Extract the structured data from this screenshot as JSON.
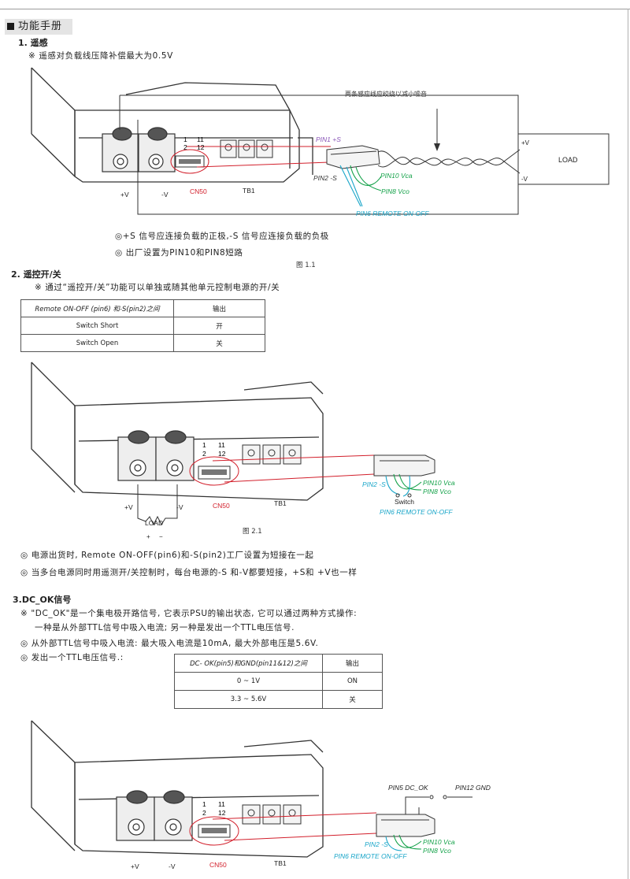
{
  "header": {
    "title": "功能手册"
  },
  "section1": {
    "heading": "1. 遥感",
    "note": "※ 遥感对负载线压降补偿最大为0.5V",
    "fig": {
      "twist_note": "两条感应线应绞绕以减小噪音",
      "pin1": "PIN1 +S",
      "pin2": "PIN2 -S",
      "pin10": "PIN10 Vca",
      "pin8": "PIN8 Vco",
      "pin6": "PIN6 REMOTE ON-OFF",
      "load": "LOAD",
      "plus_v_out": "+V",
      "minus_v_out": "-V",
      "plus_v": "+V",
      "minus_v": "-V",
      "cn50": "CN50",
      "tb1": "TB1",
      "pin_1": "1",
      "pin_2": "2",
      "pin_11": "11",
      "pin_12": "12"
    },
    "bullet1": "◎+S 信号应连接负载的正极,-S 信号应连接负载的负极",
    "bullet2": "◎ 出厂设置为PIN10和PIN8短路",
    "caption": "图 1.1"
  },
  "section2": {
    "heading": "2. 遥控开/关",
    "note": "※ 通过“遥控开/关”功能可以单独或随其他单元控制电源的开/关",
    "table": {
      "header": [
        "Remote ON-OFF (pin6) 和-S(pin2)之间",
        "输出"
      ],
      "rows": [
        [
          "Switch Short",
          "开"
        ],
        [
          "Switch Open",
          "关"
        ]
      ]
    },
    "fig": {
      "pin2": "PIN2 -S",
      "switch": "Switch",
      "pin10": "PIN10 Vca",
      "pin8": "PIN8 Vco",
      "pin6": "PIN6 REMOTE ON-OFF",
      "load": "LOAD",
      "plus_v": "+V",
      "minus_v": "-V",
      "cn50": "CN50",
      "tb1": "TB1",
      "pin_1": "1",
      "pin_2": "2",
      "pin_11": "11",
      "pin_12": "12",
      "load_plus": "+",
      "load_minus": "−"
    },
    "caption": "图 2.1",
    "bullet1": "◎ 电源出货时, Remote ON-OFF(pin6)和-S(pin2)工厂设置为短接在一起",
    "bullet2": "◎ 当多台电源同时用遥测开/关控制时，每台电源的-S 和-V都要短接，+S和 +V也一样"
  },
  "section3": {
    "heading": "3.DC_OK信号",
    "note1": "※ \"DC_OK\"是一个集电极开路信号, 它表示PSU的输出状态, 它可以通过两种方式操作:",
    "note2": "一种是从外部TTL信号中吸入电流; 另一种是发出一个TTL电压信号.",
    "bullet1": "◎ 从外部TTL信号中吸入电流: 最大吸入电流是10mA, 最大外部电压是5.6V.",
    "bullet2": "◎ 发出一个TTL电压信号.:",
    "table": {
      "header": [
        "DC- OK(pin5)和GND(pin11&12)之间",
        "输出"
      ],
      "rows": [
        [
          "0 ~ 1V",
          "ON"
        ],
        [
          "3.3 ~ 5.6V",
          "关"
        ]
      ]
    },
    "fig": {
      "pin5": "PIN5 DC_OK",
      "pin12": "PIN12 GND",
      "pin2": "PIN2 -S",
      "pin10": "PIN10 Vca",
      "pin8": "PIN8 Vco",
      "pin6": "PIN6 REMOTE ON-OFF",
      "plus_v": "+V",
      "minus_v": "-V",
      "cn50": "CN50",
      "tb1": "TB1",
      "pin_1": "1",
      "pin_2": "2",
      "pin_11": "11",
      "pin_12": "12"
    }
  },
  "colors": {
    "red": "#d21f2b",
    "green": "#15a24a",
    "cyan": "#1aa6c9",
    "purple": "#8a56b8"
  }
}
